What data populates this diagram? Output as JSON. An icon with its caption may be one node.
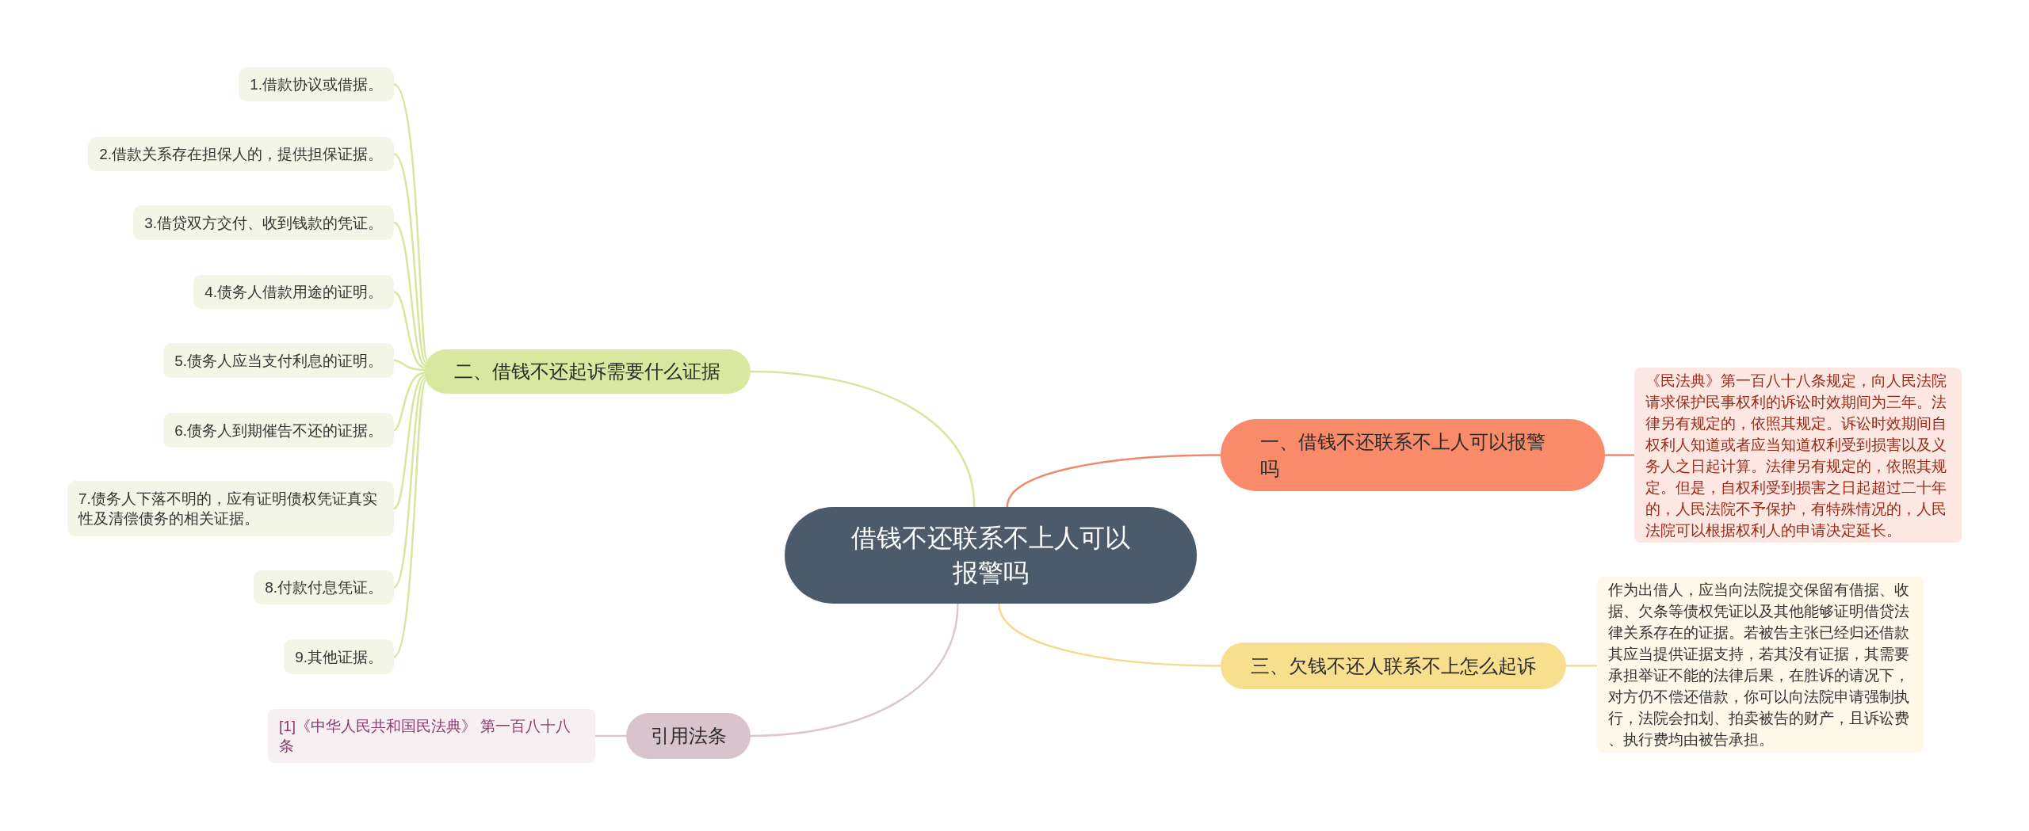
{
  "diagram": {
    "nodes": [
      {
        "text": [
          "借钱不还联系不上人可以报警吗"
        ]
      },
      {
        "text": [
          "一、借钱不还联系不上人可以报警吗"
        ]
      },
      {
        "text": [
          "《民法典》第一百八十八条规定，向人民法院请求保护民事权利的诉讼时效期间为三年。法律另有规定的，依照其规定。诉讼时效期间自权利人知道或者应当知道权利受到损害以及义务人之日起计算。法律另有规定的，依照其规定。但是，自权利受到损害之日起超过二十年的，人民法院不予保护，有特殊情况的，人民法院可以根据权利人的申请决定延长。"
        ]
      },
      {
        "text": [
          "二、借钱不还起诉需要什么证据"
        ]
      },
      {
        "text": [
          "1.借款协议或借据。"
        ]
      },
      {
        "text": [
          "2.借款关系存在担保人的，提供担保证据。"
        ]
      },
      {
        "text": [
          "3.借贷双方交付、收到钱款的凭证。"
        ]
      },
      {
        "text": [
          "4.债务人借款用途的证明。"
        ]
      },
      {
        "text": [
          "5.债务人应当支付利息的证明。"
        ]
      },
      {
        "text": [
          "6.债务人到期催告不还的证据。"
        ]
      },
      {
        "text": [
          "7.债务人下落不明的，应有证明债权凭证真实性及清偿债务的相关证据。"
        ]
      },
      {
        "text": [
          "8.付款付息凭证。"
        ]
      },
      {
        "text": [
          "9.其他证据。"
        ]
      },
      {
        "text": [
          "三、欠钱不还人联系不上怎么起诉"
        ]
      },
      {
        "text": [
          "作为出借人，应当向法院提交保留有借据、收据、欠条等债权凭证以及其他能够证明借贷法律关系存在的证据。若被告主张已经归还借款其应当提供证据支持，若其没有证据，其需要承担举证不能的法律后果，在胜诉的请况下，对方仍不偿还借款，你可以向法院申请强制执行，法院会扣划、拍卖被告的财产，且诉讼费、执行费均由被告承担。"
        ]
      },
      {
        "text": [
          "引用法条"
        ]
      },
      {
        "text": [
          "[1]《中华人民共和国民法典》 第一百八十八条"
        ]
      }
    ],
    "edges": [
      {
        "from": 0,
        "to": 1,
        "arrow": "none",
        "color": "#ee8a6c"
      },
      {
        "from": 1,
        "to": 2,
        "arrow": "none",
        "color": "#ee8a6c"
      },
      {
        "from": 0,
        "to": 3,
        "arrow": "none"
      },
      {
        "from": 3,
        "to": 4,
        "arrow": "none"
      },
      {
        "from": 3,
        "to": 5,
        "arrow": "none"
      },
      {
        "from": 3,
        "to": 6,
        "arrow": "none"
      },
      {
        "from": 3,
        "to": 7,
        "arrow": "none"
      },
      {
        "from": 3,
        "to": 8,
        "arrow": "none"
      },
      {
        "from": 3,
        "to": 9,
        "arrow": "none"
      },
      {
        "from": 3,
        "to": 10,
        "arrow": "none"
      },
      {
        "from": 3,
        "to": 11,
        "arrow": "none"
      },
      {
        "from": 3,
        "to": 12,
        "arrow": "none"
      },
      {
        "from": 0,
        "to": 13,
        "arrow": "none",
        "color": "#f2dc8c"
      },
      {
        "from": 13,
        "to": 14,
        "arrow": "none",
        "color": "#f2dc8c"
      },
      {
        "from": 0,
        "to": 15,
        "arrow": "none",
        "color": "#dcc6cf"
      },
      {
        "from": 15,
        "to": 16,
        "arrow": "none",
        "color": "#dcc6cf"
      }
    ]
  }
}
